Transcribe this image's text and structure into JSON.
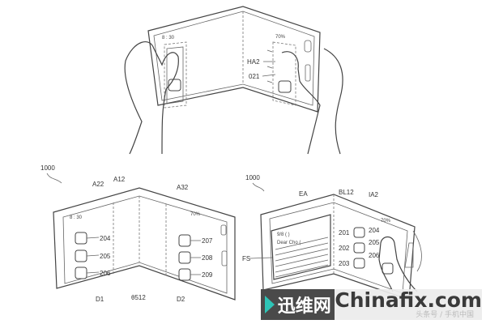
{
  "top_figure": {
    "status_time": "8 : 30",
    "status_battery": "70%",
    "labels": {
      "ha2": "HA2",
      "o21": "021"
    }
  },
  "fig_left": {
    "ref": "1000",
    "status_time": "8 : 30",
    "status_battery": "70%",
    "labels": {
      "a22": "A22",
      "a12": "A12",
      "a32": "A32",
      "d1": "D1",
      "d2": "D2",
      "theta": "θ512"
    },
    "icons": [
      "204",
      "205",
      "206",
      "207",
      "208",
      "209"
    ]
  },
  "fig_right": {
    "ref": "1000",
    "status_battery": "70%",
    "labels": {
      "ea": "EA",
      "bl12": "BL12",
      "ia2": "IA2",
      "fs": "FS"
    },
    "mail_lines": [
      "9/8 ( )",
      "Dear  Cho ("
    ],
    "icons": [
      "201",
      "202",
      "203",
      "204",
      "205",
      "206"
    ]
  },
  "watermark": {
    "cn_text": "迅维网",
    "en_text": "Chinafix.com",
    "sub_text": "头条号 / 手机中国",
    "accent": "#2ec4b6"
  }
}
